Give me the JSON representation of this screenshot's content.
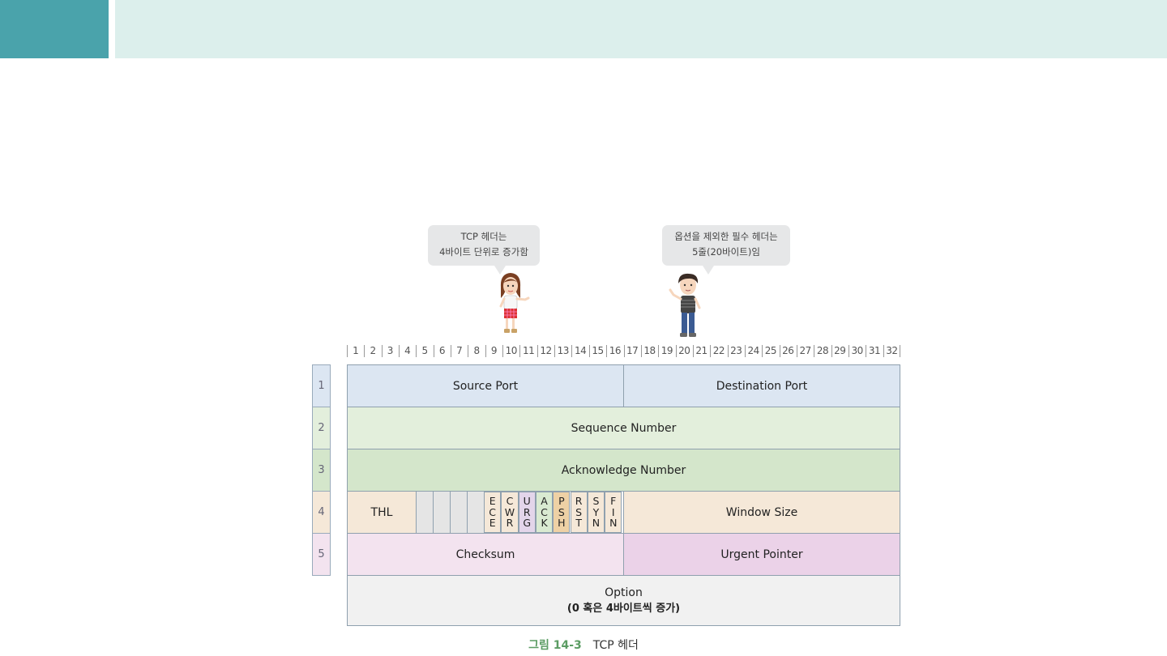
{
  "header": {
    "accent_left": "#4aa3ab",
    "accent_right": "#dcefec"
  },
  "bubbles": {
    "girl": {
      "line1": "TCP 헤더는",
      "line2": "4바이트 단위로 증가함"
    },
    "boy": {
      "line1": "옵션을 제외한 필수 헤더는",
      "line2": "5줄(20바이트)임"
    }
  },
  "bits": [
    "1",
    "2",
    "3",
    "4",
    "5",
    "6",
    "7",
    "8",
    "9",
    "10",
    "11",
    "12",
    "13",
    "14",
    "15",
    "16",
    "17",
    "18",
    "19",
    "20",
    "21",
    "22",
    "23",
    "24",
    "25",
    "26",
    "27",
    "28",
    "29",
    "30",
    "31",
    "32"
  ],
  "rows": [
    "1",
    "2",
    "3",
    "4",
    "5"
  ],
  "fields": {
    "source_port": "Source Port",
    "destination_port": "Destination Port",
    "sequence_number": "Sequence Number",
    "acknowledge_number": "Acknowledge Number",
    "thl": "THL",
    "window_size": "Window Size",
    "checksum": "Checksum",
    "urgent_pointer": "Urgent Pointer",
    "option_line1": "Option",
    "option_line2": "(0 혹은 4바이트씩 증가)"
  },
  "flags": [
    {
      "name": "ECE",
      "letters": [
        "E",
        "C",
        "E"
      ]
    },
    {
      "name": "CWR",
      "letters": [
        "C",
        "W",
        "R"
      ]
    },
    {
      "name": "URG",
      "letters": [
        "U",
        "R",
        "G"
      ]
    },
    {
      "name": "ACK",
      "letters": [
        "A",
        "C",
        "K"
      ]
    },
    {
      "name": "PSH",
      "letters": [
        "P",
        "S",
        "H"
      ]
    },
    {
      "name": "RST",
      "letters": [
        "R",
        "S",
        "T"
      ]
    },
    {
      "name": "SYN",
      "letters": [
        "S",
        "Y",
        "N"
      ]
    },
    {
      "name": "FIN",
      "letters": [
        "F",
        "I",
        "N"
      ]
    }
  ],
  "colors": {
    "row1": "#dce6f2",
    "row2": "#e3efdc",
    "row3": "#d4e6cb",
    "row4": "#f5e8d8",
    "row5_left": "#f3e3ef",
    "row5_right": "#ebd2e8",
    "option": "#f1f1f1",
    "reserved": "#e5e5e5",
    "urg": "#e3d5ea",
    "ack": "#d9ead1",
    "psh": "#eed1a5"
  },
  "caption": {
    "number": "그림 14-3",
    "title": "TCP 헤더"
  }
}
